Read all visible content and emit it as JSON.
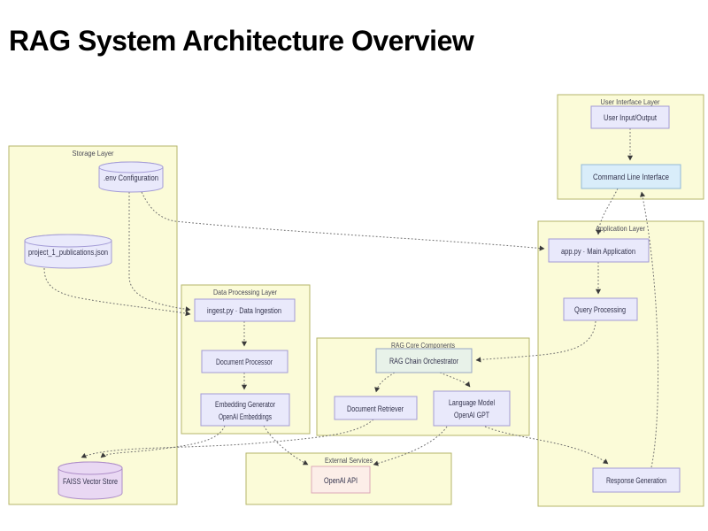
{
  "title": "RAG System Architecture Overview",
  "colors": {
    "cluster_fill": "#fbfbd8",
    "cluster_border": "#b6b66a",
    "node_fill": "#e9e9fb",
    "node_border": "#a39bd6",
    "cli_fill": "#d9edfa",
    "cli_border": "#93b9d6",
    "orchestrator_fill": "#e8f2e9",
    "orchestrator_border": "#97a6c4",
    "openai_fill": "#fceee8",
    "openai_border": "#dcaab8",
    "faiss_fill": "#e9d8f3",
    "faiss_border": "#ad8cc7",
    "edge": "#6e6e6e",
    "text": "#33334d"
  },
  "clusters": {
    "storage": {
      "label": "Storage Layer"
    },
    "ui": {
      "label": "User Interface Layer"
    },
    "application": {
      "label": "Application Layer"
    },
    "data_processing": {
      "label": "Data Processing Layer"
    },
    "rag_core": {
      "label": "RAG Core Components"
    },
    "external": {
      "label": "External Services"
    }
  },
  "nodes": {
    "env_config": {
      "label": ".env Configuration",
      "shape": "cylinder"
    },
    "publications": {
      "label": "project_1_publications.json",
      "shape": "cylinder"
    },
    "faiss": {
      "label": "FAISS Vector Store",
      "shape": "cylinder"
    },
    "user_io": {
      "label": "User Input/Output",
      "shape": "box"
    },
    "cli": {
      "label": "Command Line Interface",
      "shape": "box"
    },
    "app_main": {
      "label": "app.py · Main Application",
      "shape": "box"
    },
    "query_processing": {
      "label": "Query Processing",
      "shape": "box"
    },
    "response_generation": {
      "label": "Response Generation",
      "shape": "box"
    },
    "ingest": {
      "label": "ingest.py · Data Ingestion",
      "shape": "box"
    },
    "document_processor": {
      "label": "Document Processor",
      "shape": "box"
    },
    "embedding_generator": {
      "lines": [
        "Embedding Generator",
        "OpenAI Embeddings"
      ],
      "shape": "box"
    },
    "orchestrator": {
      "label": "RAG Chain Orchestrator",
      "shape": "box"
    },
    "document_retriever": {
      "label": "Document Retriever",
      "shape": "box"
    },
    "language_model": {
      "lines": [
        "Language Model",
        "OpenAI GPT"
      ],
      "shape": "box"
    },
    "openai_api": {
      "label": "OpenAI API",
      "shape": "box"
    }
  },
  "edges": [
    {
      "from": "user_io",
      "to": "cli"
    },
    {
      "from": "cli",
      "to": "app_main"
    },
    {
      "from": "env_config",
      "to": "app_main"
    },
    {
      "from": "env_config",
      "to": "ingest"
    },
    {
      "from": "publications",
      "to": "ingest"
    },
    {
      "from": "ingest",
      "to": "document_processor"
    },
    {
      "from": "document_processor",
      "to": "embedding_generator"
    },
    {
      "from": "embedding_generator",
      "to": "faiss"
    },
    {
      "from": "embedding_generator",
      "to": "openai_api"
    },
    {
      "from": "document_retriever",
      "to": "faiss"
    },
    {
      "from": "app_main",
      "to": "query_processing"
    },
    {
      "from": "query_processing",
      "to": "orchestrator"
    },
    {
      "from": "orchestrator",
      "to": "document_retriever"
    },
    {
      "from": "orchestrator",
      "to": "language_model"
    },
    {
      "from": "language_model",
      "to": "openai_api"
    },
    {
      "from": "language_model",
      "to": "response_generation"
    },
    {
      "from": "response_generation",
      "to": "cli"
    }
  ]
}
